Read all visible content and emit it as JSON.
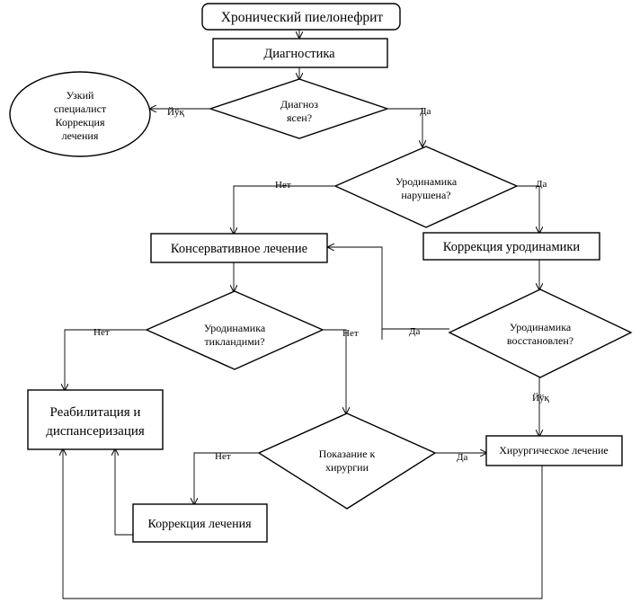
{
  "nodes": {
    "title": "Хронический пиелонефрит",
    "diagnostics": "Диагностика",
    "specialist": [
      "Узкий",
      "специалист",
      "Коррекция",
      "лечения"
    ],
    "diag_clear": [
      "Диагноз",
      "ясен?"
    ],
    "urodyn_disturbed": [
      "Уродинамика",
      "нарушена?"
    ],
    "conservative": "Консервативное лечение",
    "urodyn_correction": "Коррекция уродинамики",
    "urodyn_restored_1": [
      "Уродинамика",
      "тикландими?"
    ],
    "urodyn_restored_2": [
      "Уродинамика",
      "восстановлен?"
    ],
    "rehab": [
      "Реабилитация и",
      "диспансеризация"
    ],
    "surgery_indication": [
      "Показание к",
      "хирургии"
    ],
    "surgery": "Хирургическое лечение",
    "treatment_correction": "Коррекция лечения"
  },
  "labels": {
    "no_uz": "Йўқ",
    "yes": "Да",
    "no": "Нет"
  }
}
